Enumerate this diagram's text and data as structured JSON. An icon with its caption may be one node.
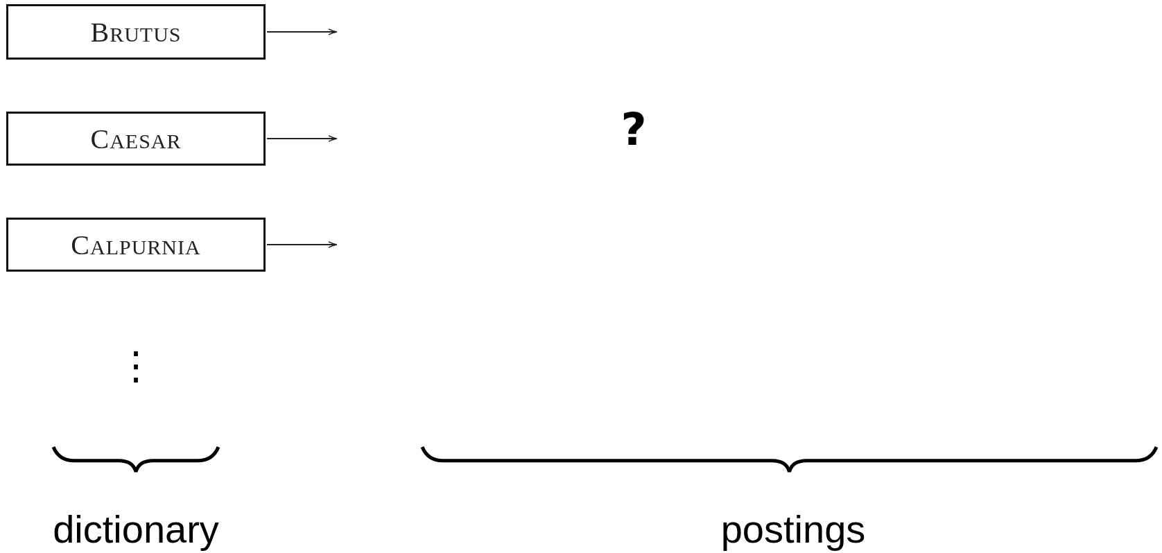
{
  "diagram": {
    "nodes": [
      {
        "text": [
          "BRUTUS"
        ]
      },
      {
        "text": [
          "CAESAR"
        ]
      },
      {
        "text": [
          "CALPURNIA"
        ]
      }
    ],
    "edges": [
      {
        "from": 0,
        "to": null,
        "arrow": "to"
      },
      {
        "from": 1,
        "to": null,
        "arrow": "to"
      },
      {
        "from": 2,
        "to": null,
        "arrow": "to"
      }
    ],
    "labels": [
      "?",
      "⋮",
      "dictionary",
      "postings"
    ]
  }
}
